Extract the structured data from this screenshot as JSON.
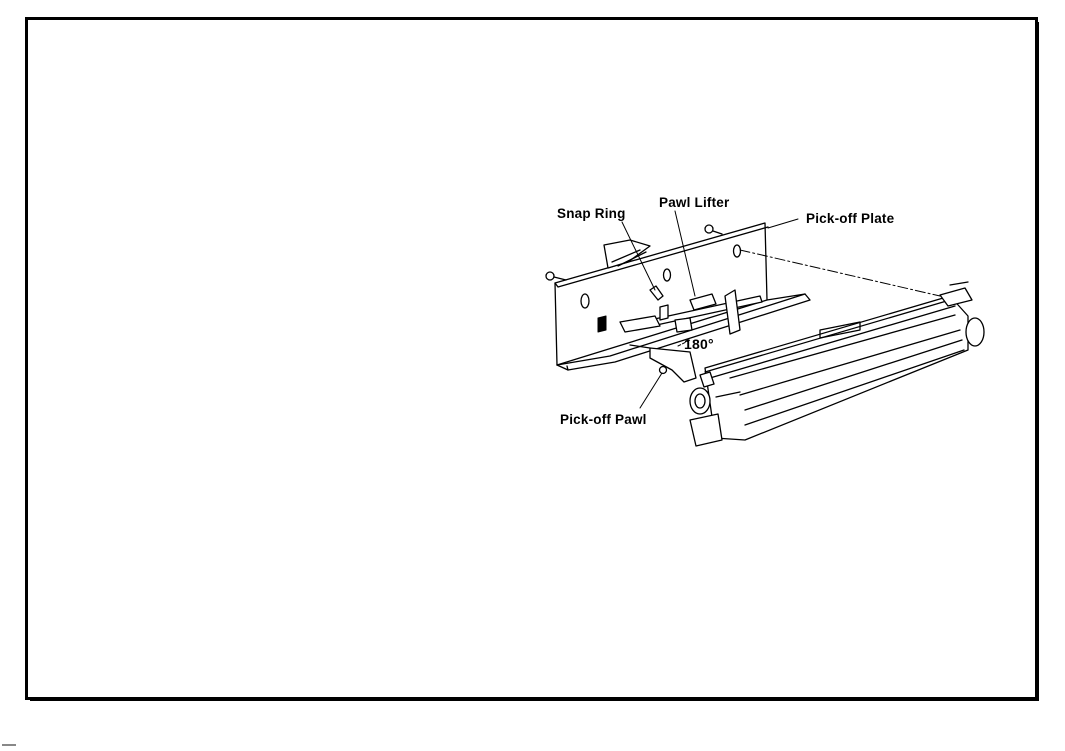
{
  "labels": {
    "snap_ring": "Snap Ring",
    "pawl_lifter": "Pawl Lifter",
    "pick_off_plate": "Pick-off Plate",
    "angle": "180°",
    "pick_off_pawl": "Pick-off Pawl"
  },
  "colors": {
    "line": "#000000",
    "background": "#ffffff"
  }
}
